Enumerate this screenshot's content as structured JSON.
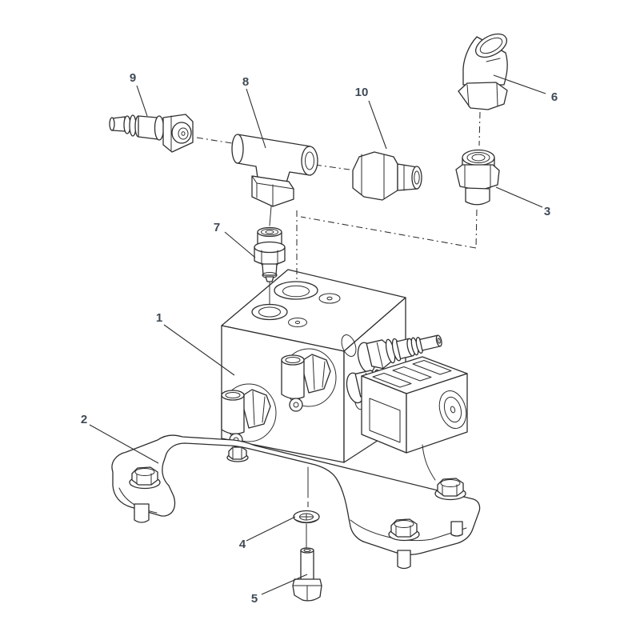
{
  "diagram": {
    "type": "exploded-parts-diagram",
    "subject": "hydraulic-valve-block-assembly",
    "colors": {
      "line": "#2e2e2e",
      "label": "#3f4a55",
      "background": "#ffffff"
    },
    "callouts": {
      "c1": {
        "number": "1",
        "part": "valve-manifold-block"
      },
      "c2": {
        "number": "2",
        "part": "mounting-bracket"
      },
      "c3": {
        "number": "3",
        "part": "union-fitting"
      },
      "c4": {
        "number": "4",
        "part": "washer"
      },
      "c5": {
        "number": "5",
        "part": "hex-bolt"
      },
      "c6": {
        "number": "6",
        "part": "elbow-fitting-90"
      },
      "c7": {
        "number": "7",
        "part": "port-adapter-fitting"
      },
      "c8": {
        "number": "8",
        "part": "tee-fitting"
      },
      "c9": {
        "number": "9",
        "part": "straight-compression-fitting"
      },
      "c10": {
        "number": "10",
        "part": "reducer-adapter-fitting"
      }
    }
  }
}
